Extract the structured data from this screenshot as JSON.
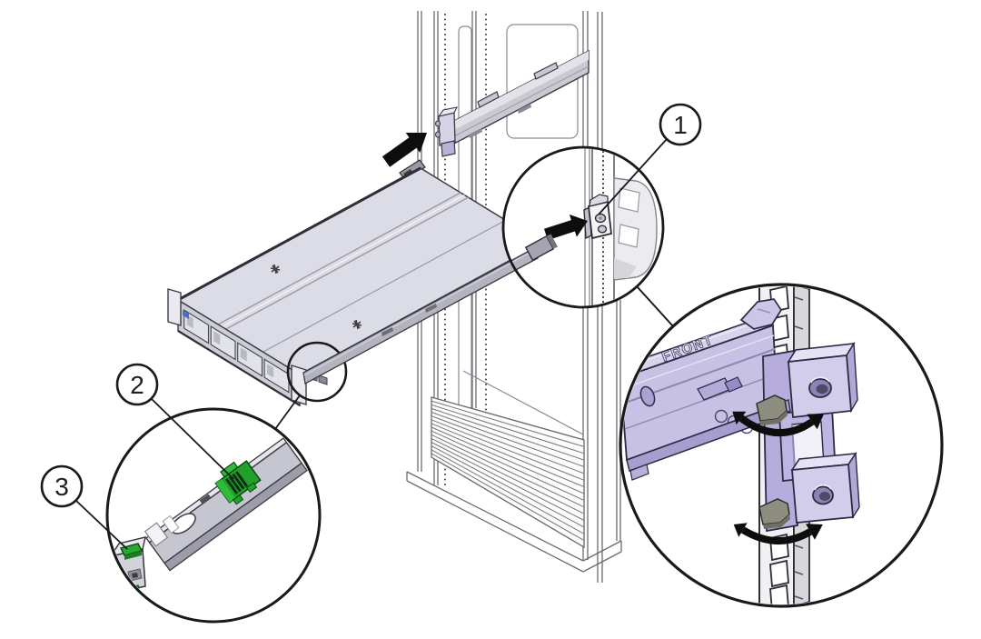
{
  "figure": {
    "callouts": [
      {
        "number": "1"
      },
      {
        "number": "2"
      },
      {
        "number": "3"
      }
    ],
    "labels": {
      "rail_marking": "FRONT"
    },
    "icons": {
      "insertion_arrow": "➜",
      "rotation_arrow": "⟳",
      "callout_marker": "◯",
      "magnifier_circle": "◯"
    },
    "colors": {
      "background": "#ffffff",
      "outline": "#1a1a1a",
      "wireframe": "#6b6b73",
      "chassis_top": "#dcdce6",
      "chassis_front": "#cdcdd7",
      "rail_lavender": "#c7c1e3",
      "rail_lavender_dark": "#a79dce",
      "rail_lavender_light": "#d8d4ee",
      "bracket_gray": "#c6c6d0",
      "lock_green": "#22a02c",
      "button_green": "#2aa634",
      "lever_gray": "#8e8e80",
      "arrow_black": "#0d0d0d",
      "ear_label_blue": "#4a6fc4"
    }
  }
}
